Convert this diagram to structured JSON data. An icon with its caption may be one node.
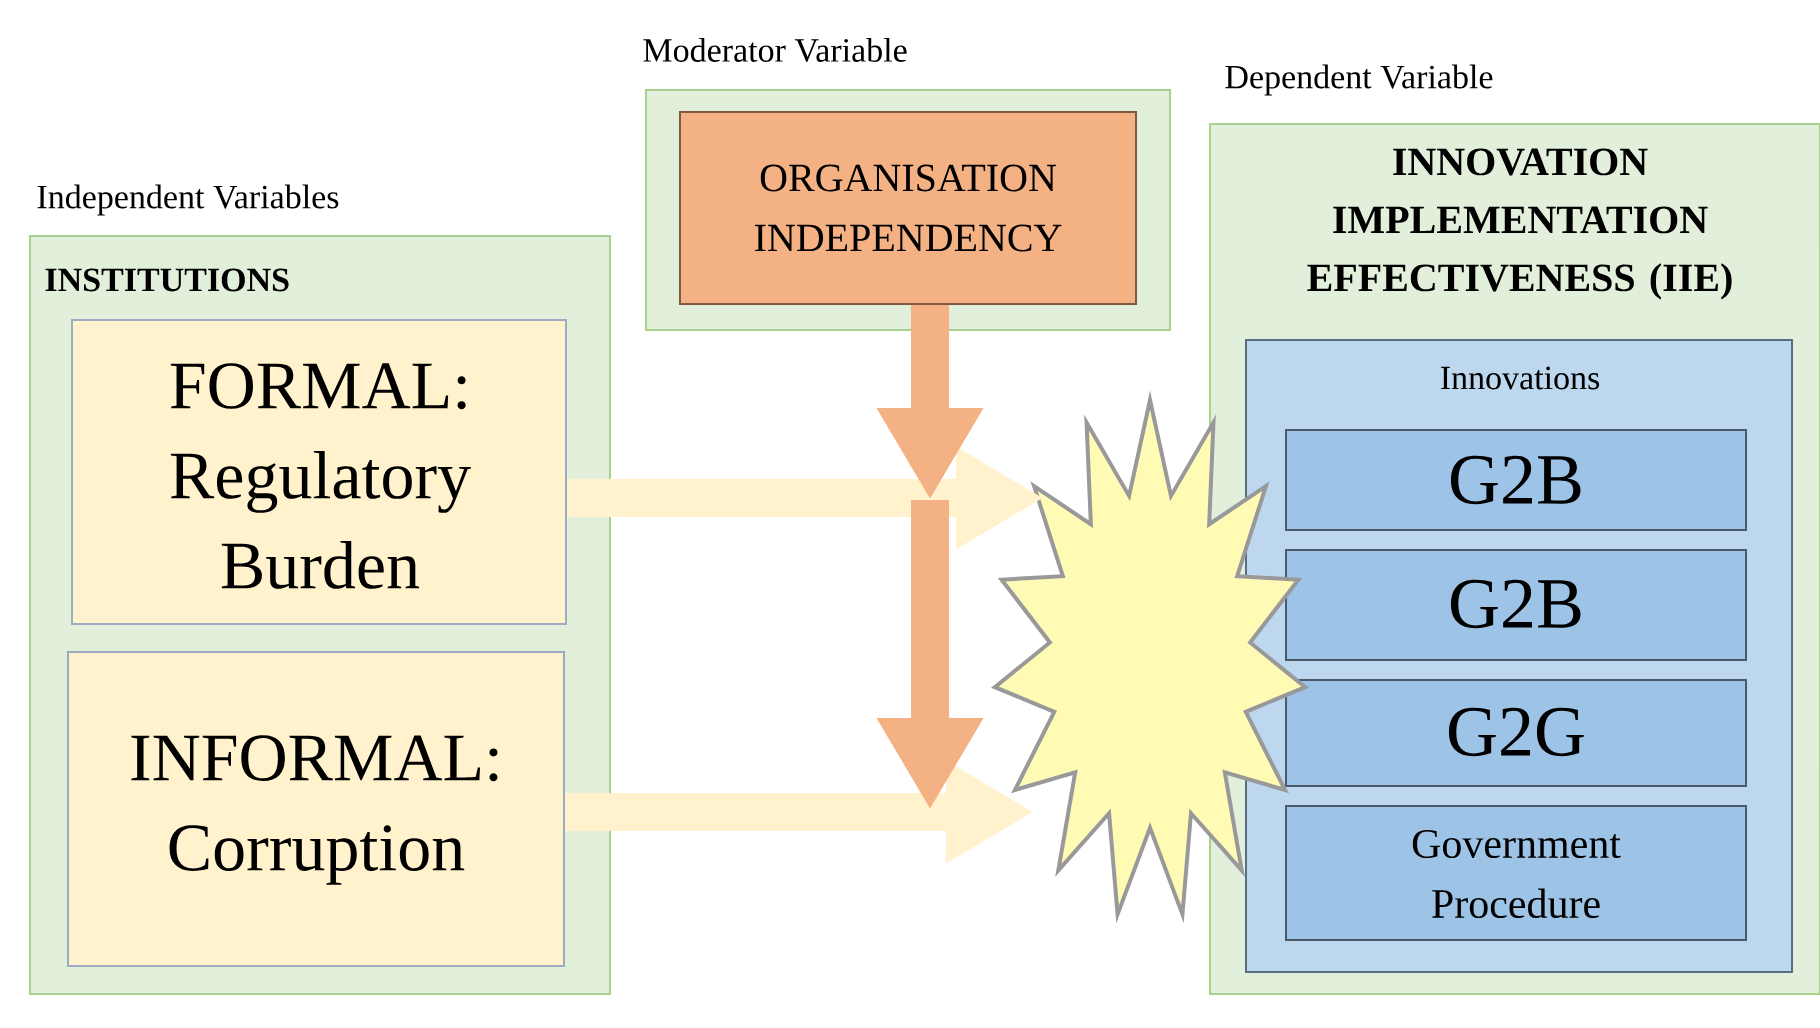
{
  "diagram": {
    "nodes": [
      {
        "text": [
          "Independent Variables",
          "INSTITUTIONS"
        ]
      },
      {
        "text": [
          "FORMAL: Regulatory Burden"
        ],
        "in": 0
      },
      {
        "text": [
          "INFORMAL: Corruption"
        ],
        "in": 0
      },
      {
        "text": [
          "Moderator Variable"
        ]
      },
      {
        "text": [
          "ORGANISATION INDEPENDENCY"
        ],
        "in": 3
      },
      {
        "text": [
          "Dependent Variable",
          "INNOVATION IMPLEMENTATION EFFECTIVENESS (IIE)"
        ]
      },
      {
        "text": [
          "Innovations"
        ],
        "in": 5
      },
      {
        "text": [
          "G2B"
        ],
        "in": 6
      },
      {
        "text": [
          "G2B"
        ],
        "in": 6
      },
      {
        "text": [
          "G2G"
        ],
        "in": 6
      },
      {
        "text": [
          "Government Procedure"
        ],
        "in": 6
      },
      {
        "text": [],
        "shape": "star"
      }
    ],
    "edges": [
      {
        "from": 1,
        "to": 11,
        "arrow": "to",
        "color": "#fff2cc"
      },
      {
        "from": 2,
        "to": 11,
        "arrow": "to",
        "color": "#fff2cc"
      },
      {
        "from": 4,
        "to": null,
        "arrow": "to",
        "color": "#f4b183"
      }
    ]
  }
}
